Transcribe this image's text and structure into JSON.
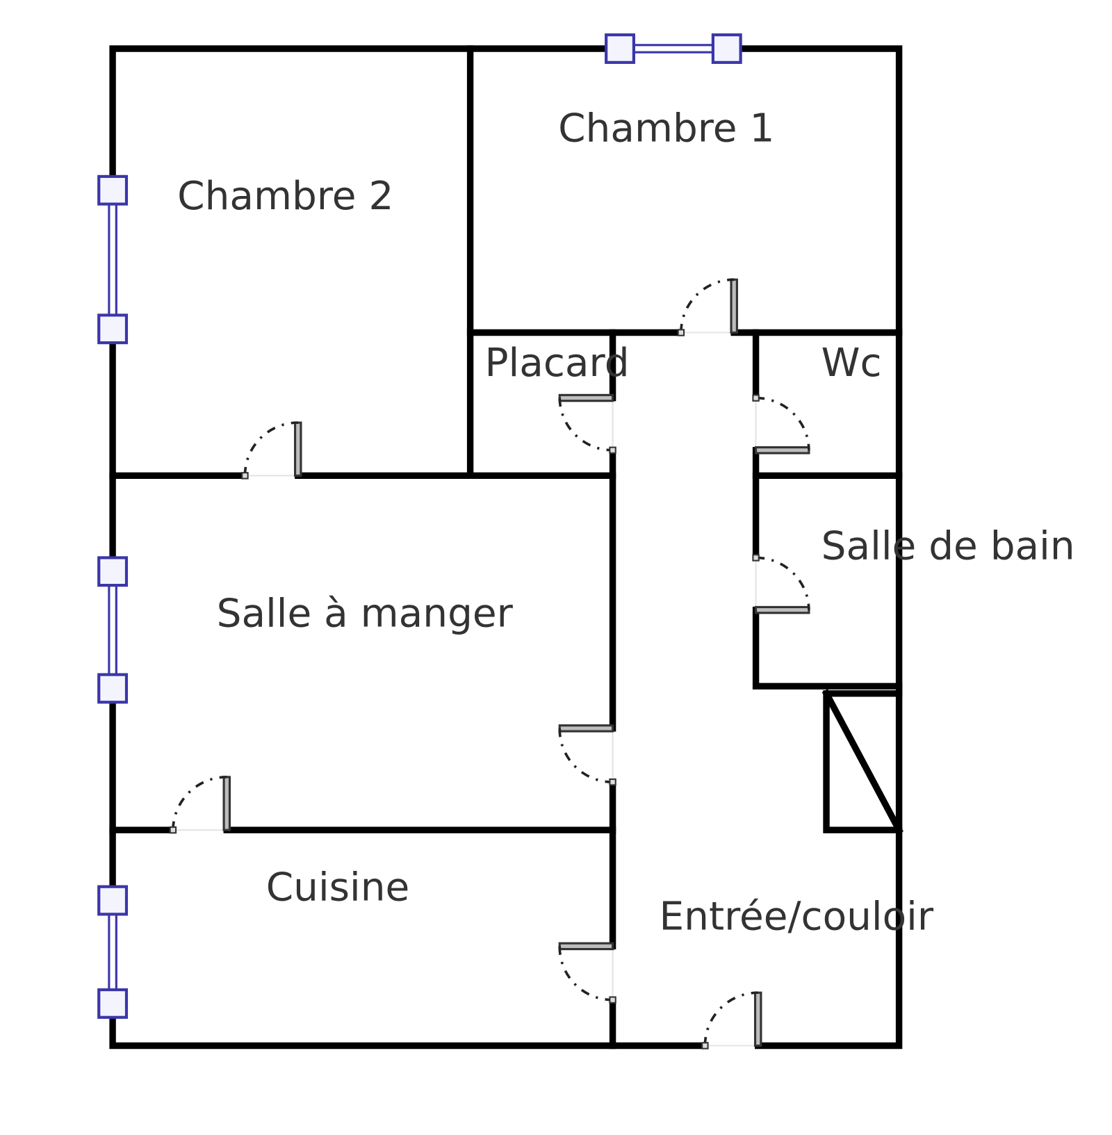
{
  "rooms": {
    "chambre_1": "Chambre 1",
    "chambre_2": "Chambre 2",
    "placard": "Placard",
    "wc": "Wc",
    "salle_de_bain": "Salle de bain",
    "salle_a_manger": "Salle à manger",
    "cuisine": "Cuisine",
    "entree": "Entrée/couloir"
  },
  "colors": {
    "wall": "#000000",
    "window": "#3b36a8"
  }
}
